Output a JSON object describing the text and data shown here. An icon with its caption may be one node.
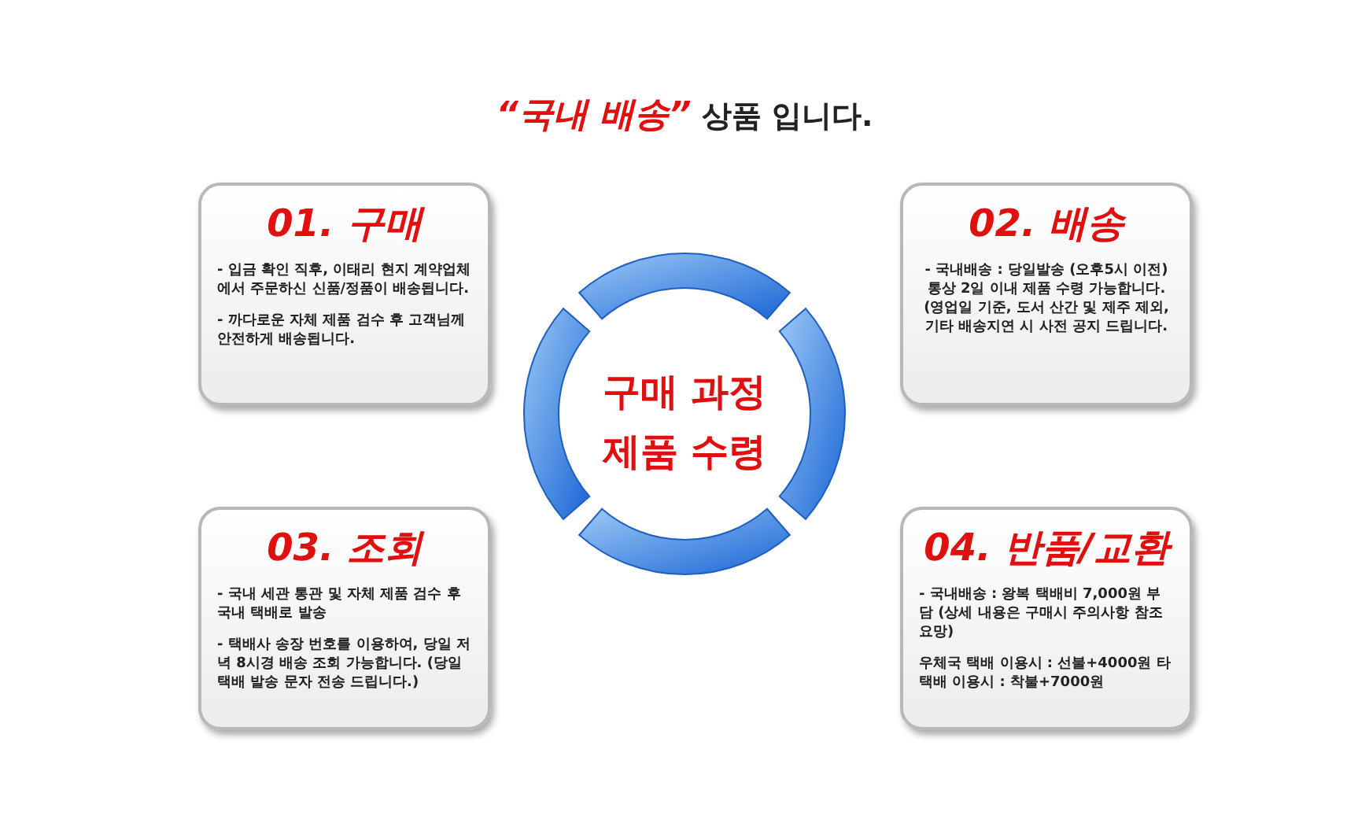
{
  "diagram": {
    "title": "**“국내 배송”** 상품 입니다.",
    "nodes": [
      {
        "text": [
          "01. 구매",
          "- 입금 확인 직후, 이태리 현지 계약업체에서 주문하신 신품/정품이 배송됩니다.",
          "- 까다로운 자체 제품 검수 후 고객님께 안전하게 배송됩니다."
        ]
      },
      {
        "text": [
          "02. 배송",
          "- 국내배송 : 당일발송 (오후5시 이전) 통상 2일 이내 제품 수령 가능합니다. (영업일 기준, 도서 산간 및 제주 제외, 기타 배송지연 시 사전 공지 드립니다."
        ]
      },
      {
        "text": [
          "구매 과정 제품 수령"
        ]
      },
      {
        "text": [
          "03. 조회",
          "- 국내 세관 통관 및 자체 제품 검수 후 국내 택배로 발송",
          "- 택배사 송장 번호를 이용하여, 당일 저녁 8시경 배송 조회 가능합니다. (당일 택배 발송 문자 전송 드립니다.)"
        ]
      },
      {
        "text": [
          "04. 반품/교환",
          "- 국내배송 : 왕복 택배비 7,000원 부담 (상세 내용은 구매시 주의사항 참조 요망)",
          "우체국 택배 이용시 : 선불+4000원 타택배 이용시 : 착불+7000원"
        ]
      }
    ],
    "edges": []
  }
}
